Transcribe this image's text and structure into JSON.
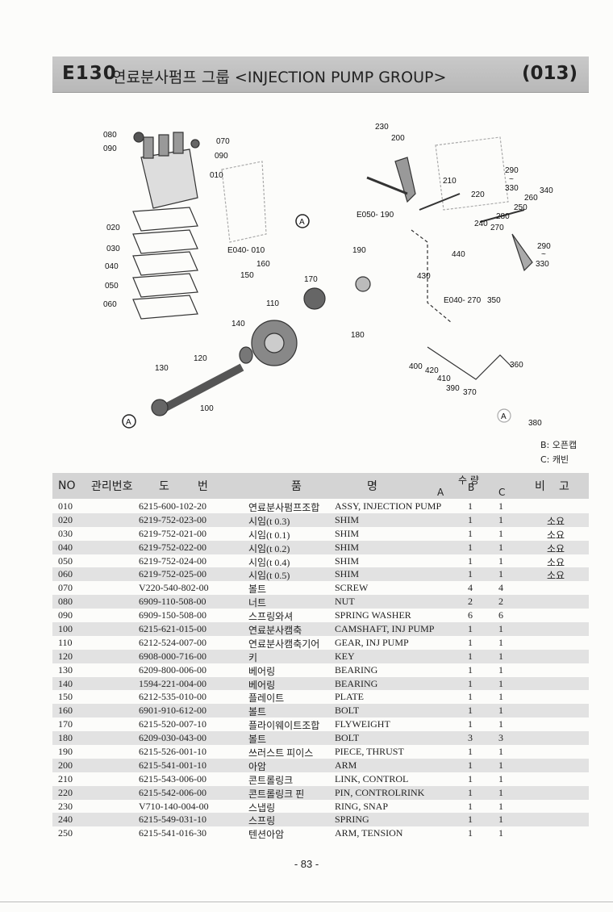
{
  "header": {
    "code": "E130",
    "title": "연료분사펌프 그룹 <INJECTION PUMP GROUP>",
    "page_code": "(013)"
  },
  "diagram": {
    "labels": {
      "p080": "080",
      "p090a": "090",
      "p070": "070",
      "p090b": "090",
      "p010": "010",
      "p020": "020",
      "p030": "030",
      "p040": "040",
      "p050": "050",
      "p060": "060",
      "pE040_010": "E040- 010",
      "p160": "160",
      "p150": "150",
      "p170": "170",
      "p110": "110",
      "p190": "190",
      "p140": "140",
      "p180": "180",
      "p120": "120",
      "p130": "130",
      "p100": "100",
      "p230": "230",
      "p200": "200",
      "pE050_190": "E050- 190",
      "p210": "210",
      "p220": "220",
      "p290a": "290",
      "p330a": "330",
      "p340": "340",
      "p260": "260",
      "p250": "250",
      "p240": "240",
      "p280": "280",
      "p270": "270",
      "p440": "440",
      "p290b": "290",
      "p330b": "330",
      "p430": "430",
      "pE040_270": "E040- 270",
      "p350": "350",
      "p360": "360",
      "p400": "400",
      "p420": "420",
      "p410": "410",
      "p390": "390",
      "p370": "370",
      "p380": "380",
      "tilde1": "~",
      "tilde2": "~",
      "markA1": "A",
      "markA2": "A",
      "markA3": "A"
    }
  },
  "notes": {
    "b": "B: 오픈캡",
    "c": "C: 캐빈"
  },
  "table": {
    "headers": {
      "no": "NO",
      "mgmt": "관리번호",
      "drawing_1": "도",
      "drawing_2": "번",
      "name_1": "품",
      "name_2": "명",
      "qty": "수 량",
      "a": "A",
      "b": "B",
      "c": "C",
      "remark_1": "비",
      "remark_2": "고"
    },
    "rows": [
      {
        "no": "010",
        "pn": "6215-600-102-20",
        "kr": "연료분사펌프조합",
        "en": "ASSY, INJECTION PUMP",
        "b": "1",
        "c": "1",
        "rm": ""
      },
      {
        "no": "020",
        "pn": "6219-752-023-00",
        "kr": "시임(t 0.3)",
        "en": "SHIM",
        "b": "1",
        "c": "1",
        "rm": "소요"
      },
      {
        "no": "030",
        "pn": "6219-752-021-00",
        "kr": "시임(t 0.1)",
        "en": "SHIM",
        "b": "1",
        "c": "1",
        "rm": "소요"
      },
      {
        "no": "040",
        "pn": "6219-752-022-00",
        "kr": "시임(t 0.2)",
        "en": "SHIM",
        "b": "1",
        "c": "1",
        "rm": "소요"
      },
      {
        "no": "050",
        "pn": "6219-752-024-00",
        "kr": "시임(t 0.4)",
        "en": "SHIM",
        "b": "1",
        "c": "1",
        "rm": "소요"
      },
      {
        "no": "060",
        "pn": "6219-752-025-00",
        "kr": "시임(t 0.5)",
        "en": "SHIM",
        "b": "1",
        "c": "1",
        "rm": "소요"
      },
      {
        "no": "070",
        "pn": "V220-540-802-00",
        "kr": "볼트",
        "en": "SCREW",
        "b": "4",
        "c": "4",
        "rm": ""
      },
      {
        "no": "080",
        "pn": "6909-110-508-00",
        "kr": "너트",
        "en": "NUT",
        "b": "2",
        "c": "2",
        "rm": ""
      },
      {
        "no": "090",
        "pn": "6909-150-508-00",
        "kr": "스프링와셔",
        "en": "SPRING WASHER",
        "b": "6",
        "c": "6",
        "rm": ""
      },
      {
        "no": "100",
        "pn": "6215-621-015-00",
        "kr": "연료분사캠축",
        "en": "CAMSHAFT, INJ PUMP",
        "b": "1",
        "c": "1",
        "rm": ""
      },
      {
        "no": "110",
        "pn": "6212-524-007-00",
        "kr": "연료분사캠축기어",
        "en": "GEAR, INJ PUMP",
        "b": "1",
        "c": "1",
        "rm": ""
      },
      {
        "no": "120",
        "pn": "6908-000-716-00",
        "kr": "키",
        "en": "KEY",
        "b": "1",
        "c": "1",
        "rm": ""
      },
      {
        "no": "130",
        "pn": "6209-800-006-00",
        "kr": "베어링",
        "en": "BEARING",
        "b": "1",
        "c": "1",
        "rm": ""
      },
      {
        "no": "140",
        "pn": "1594-221-004-00",
        "kr": "베어링",
        "en": "BEARING",
        "b": "1",
        "c": "1",
        "rm": ""
      },
      {
        "no": "150",
        "pn": "6212-535-010-00",
        "kr": "플레이트",
        "en": "PLATE",
        "b": "1",
        "c": "1",
        "rm": ""
      },
      {
        "no": "160",
        "pn": "6901-910-612-00",
        "kr": "볼트",
        "en": "BOLT",
        "b": "1",
        "c": "1",
        "rm": ""
      },
      {
        "no": "170",
        "pn": "6215-520-007-10",
        "kr": "플라이웨이트조합",
        "en": "FLYWEIGHT",
        "b": "1",
        "c": "1",
        "rm": ""
      },
      {
        "no": "180",
        "pn": "6209-030-043-00",
        "kr": "볼트",
        "en": "BOLT",
        "b": "3",
        "c": "3",
        "rm": ""
      },
      {
        "no": "190",
        "pn": "6215-526-001-10",
        "kr": "쓰러스트 피이스",
        "en": "PIECE, THRUST",
        "b": "1",
        "c": "1",
        "rm": ""
      },
      {
        "no": "200",
        "pn": "6215-541-001-10",
        "kr": "아암",
        "en": "ARM",
        "b": "1",
        "c": "1",
        "rm": ""
      },
      {
        "no": "210",
        "pn": "6215-543-006-00",
        "kr": "콘트롤링크",
        "en": "LINK, CONTROL",
        "b": "1",
        "c": "1",
        "rm": ""
      },
      {
        "no": "220",
        "pn": "6215-542-006-00",
        "kr": "콘트롤링크 핀",
        "en": "PIN, CONTROLRINK",
        "b": "1",
        "c": "1",
        "rm": ""
      },
      {
        "no": "230",
        "pn": "V710-140-004-00",
        "kr": "스냅링",
        "en": "RING, SNAP",
        "b": "1",
        "c": "1",
        "rm": ""
      },
      {
        "no": "240",
        "pn": "6215-549-031-10",
        "kr": "스프링",
        "en": "SPRING",
        "b": "1",
        "c": "1",
        "rm": ""
      },
      {
        "no": "250",
        "pn": "6215-541-016-30",
        "kr": "텐션아암",
        "en": "ARM, TENSION",
        "b": "1",
        "c": "1",
        "rm": ""
      }
    ]
  },
  "footer": {
    "page_number": "- 83 -"
  }
}
